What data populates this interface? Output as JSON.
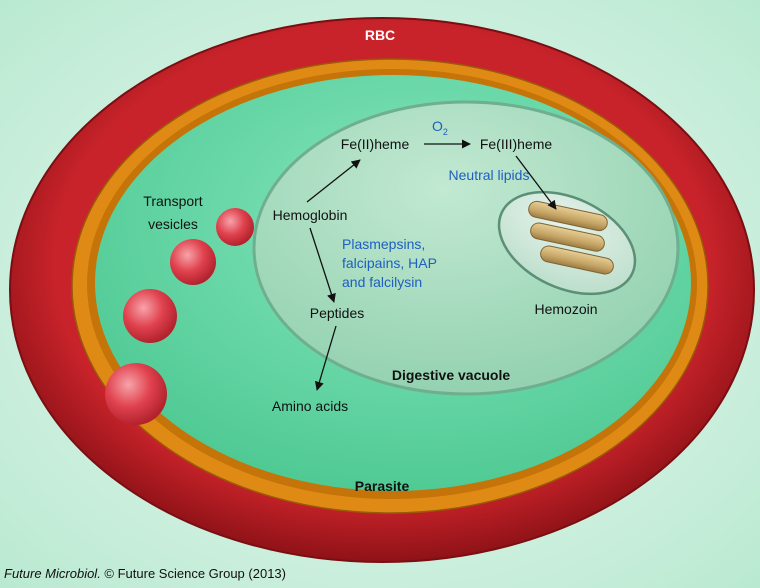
{
  "labels": {
    "rbc": "RBC",
    "parasite": "Parasite",
    "digestive_vacuole": "Digestive vacuole",
    "transport_vesicles_line1": "Transport",
    "transport_vesicles_line2": "vesicles",
    "hemoglobin": "Hemoglobin",
    "fe2_heme": "Fe(II)heme",
    "fe3_heme": "Fe(III)heme",
    "o2_main": "O",
    "o2_sub": "2",
    "neutral_lipids": "Neutral lipids",
    "enzymes": [
      "Plasmepsins,",
      "falcipains, HAP",
      "and falcilysin"
    ],
    "peptides": "Peptides",
    "amino_acids": "Amino acids",
    "hemozoin": "Hemozoin"
  },
  "caption": {
    "journal": "Future Microbiol.",
    "rest": " © Future Science Group (2013)"
  },
  "colors": {
    "background": "#c8eedd",
    "rbc_membrane": "#b81c22",
    "parasite_membrane": "#e08a16",
    "parasite_cytoplasm": "#5fd4a0",
    "vacuole_fill": "#a9dcc0",
    "hemozoin_crystal": "#c8a868",
    "vesicle": "#e0424e",
    "enzyme_text": "#1e5fc0",
    "rbc_label": "#ffffff"
  }
}
